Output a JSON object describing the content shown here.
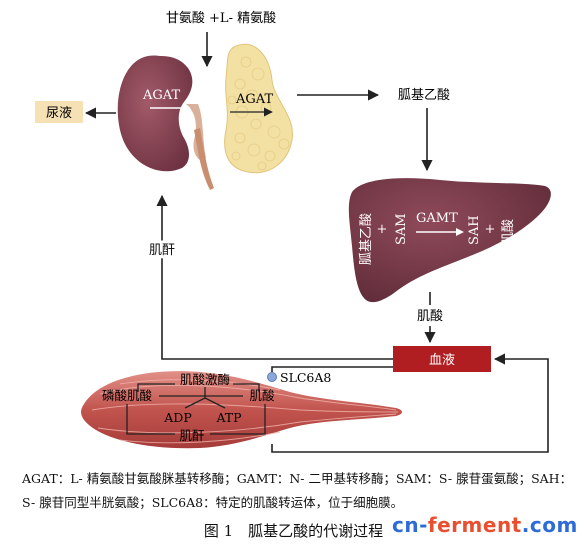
{
  "inputs_label": "甘氨酸 +L- 精氨酸",
  "kidney": {
    "enzyme": "AGAT"
  },
  "pancreas": {
    "enzyme": "AGAT"
  },
  "urine_label": "尿液",
  "gaa_top": "胍基乙酸",
  "liver": {
    "left_label": "胍基乙酸",
    "plus": "+",
    "sam": "SAM",
    "enzyme": "GAMT",
    "sah": "SAH",
    "plus2": "+",
    "right_label": "肌酸"
  },
  "liver_out": "肌酸",
  "blood_label": "血液",
  "creatinine_left": "肌酐",
  "transporter": "SLC6A8",
  "muscle": {
    "kinase": "肌酸激酶",
    "pcr": "磷酸肌酸",
    "cr": "肌酸",
    "adp": "ADP",
    "atp": "ATP",
    "crn": "肌酐"
  },
  "caption": "AGAT：L- 精氨酸甘氨酸脒基转移酶；GAMT：N- 二甲基转移酶；SAM：S- 腺苷蛋氨酸；SAH：S- 腺苷同型半胱氨酸；SLC6A8：特定的肌酸转运体，位于细胞膜。",
  "figure_title": "图 1　胍基乙酸的代谢过程",
  "watermark": {
    "part1": "cn-",
    "part2": "ferment",
    "part3": ".com"
  },
  "colors": {
    "kidney": "#8e4a58",
    "pancreas": "#f3e1a3",
    "liver": "#7b3d4c",
    "blood": "#b01e22",
    "muscle": "#c9605c",
    "urine_box": "#f6e1b5"
  }
}
